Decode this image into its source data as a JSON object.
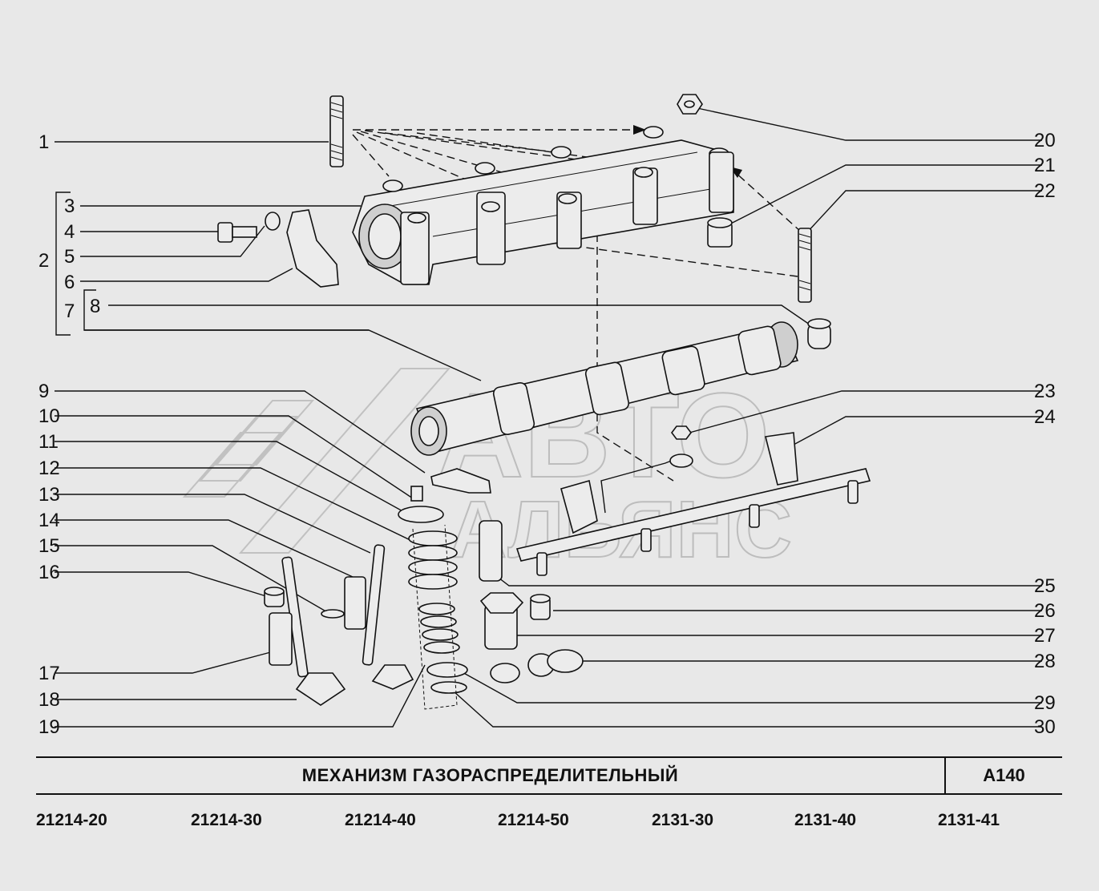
{
  "callouts": {
    "left": [
      "1",
      "2",
      "3",
      "4",
      "5",
      "6",
      "7",
      "8",
      "9",
      "10",
      "11",
      "12",
      "13",
      "14",
      "15",
      "16",
      "17",
      "18",
      "19"
    ],
    "right": [
      "20",
      "21",
      "22",
      "23",
      "24",
      "25",
      "26",
      "27",
      "28",
      "29",
      "30"
    ]
  },
  "watermark": {
    "line1": "АВТО",
    "line2": "АЛЬЯНС"
  },
  "title": "МЕХАНИЗМ   ГАЗОРАСПРЕДЕЛИТЕЛЬНЫЙ",
  "code": "A140",
  "models": [
    "21214-20",
    "21214-30",
    "21214-40",
    "21214-50",
    "2131-30",
    "2131-40",
    "2131-41"
  ]
}
